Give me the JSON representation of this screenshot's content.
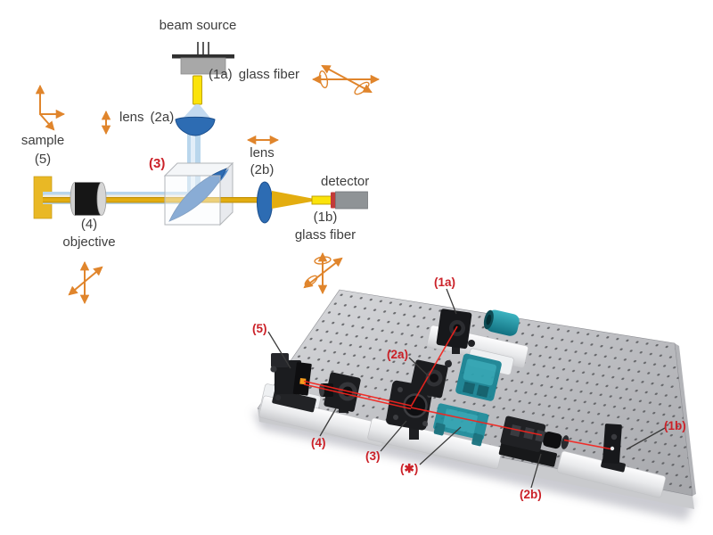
{
  "colors": {
    "label_red": "#cb2128",
    "text_gray": "#3e3e3e",
    "adjust_orange": "#e0852c",
    "beam_blue": "#b9d6ec",
    "beam_gold": "#e3ad10",
    "lens_blue": "#2d6cb3",
    "teal": "#1a8494",
    "laser_red": "#f4231d"
  },
  "schematic": {
    "beam_source_label": "beam source",
    "fiber_1a": {
      "id": "(1a)",
      "label": "glass fiber"
    },
    "lens_2a": {
      "label": "lens",
      "id": "(2a)"
    },
    "splitter": {
      "id": "(3)"
    },
    "sample": {
      "label": "sample",
      "id": "(5)"
    },
    "objective": {
      "id": "(4)",
      "label": "objective"
    },
    "lens_2b": {
      "label": "lens",
      "id": "(2b)"
    },
    "detector_label": "detector",
    "fiber_1b": {
      "id": "(1b)",
      "label": "glass fiber"
    }
  },
  "photo": {
    "labels": {
      "l5": "(5)",
      "l4": "(4)",
      "l3": "(3)",
      "l2a": "(2a)",
      "l1a": "(1a)",
      "lstar": "(✱)",
      "l2b": "(2b)",
      "l1b": "(1b)"
    }
  }
}
